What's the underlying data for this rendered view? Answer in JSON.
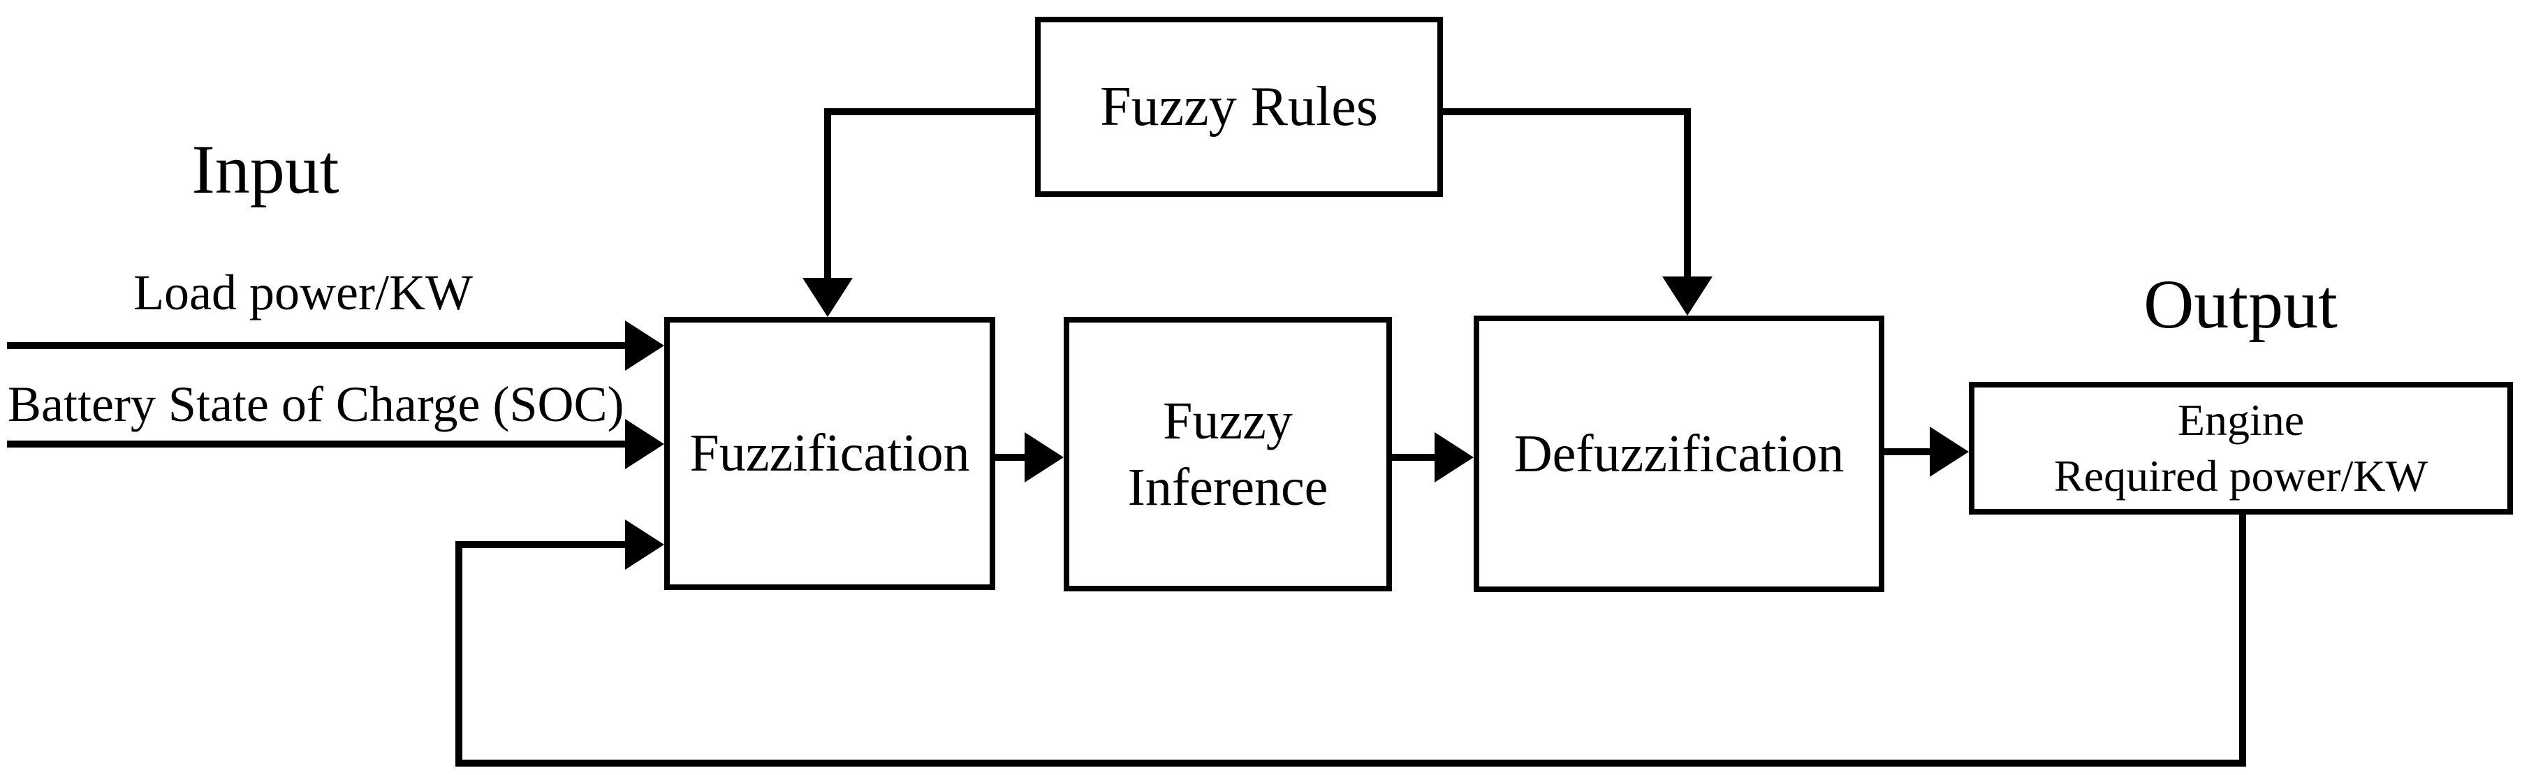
{
  "labels": {
    "input_title": "Input",
    "output_title": "Output",
    "input_line1": "Load power/KW",
    "input_line2": "Battery State of Charge (SOC)"
  },
  "boxes": {
    "fuzzy_rules": {
      "label": "Fuzzy Rules"
    },
    "fuzzification": {
      "label": "Fuzzification"
    },
    "fuzzy_inference": {
      "line1": "Fuzzy",
      "line2": "Inference"
    },
    "defuzzification": {
      "label": "Defuzzification"
    },
    "engine": {
      "line1": "Engine",
      "line2": "Required power/KW"
    }
  },
  "colors": {
    "foreground": "#000000",
    "background": "#ffffff"
  }
}
